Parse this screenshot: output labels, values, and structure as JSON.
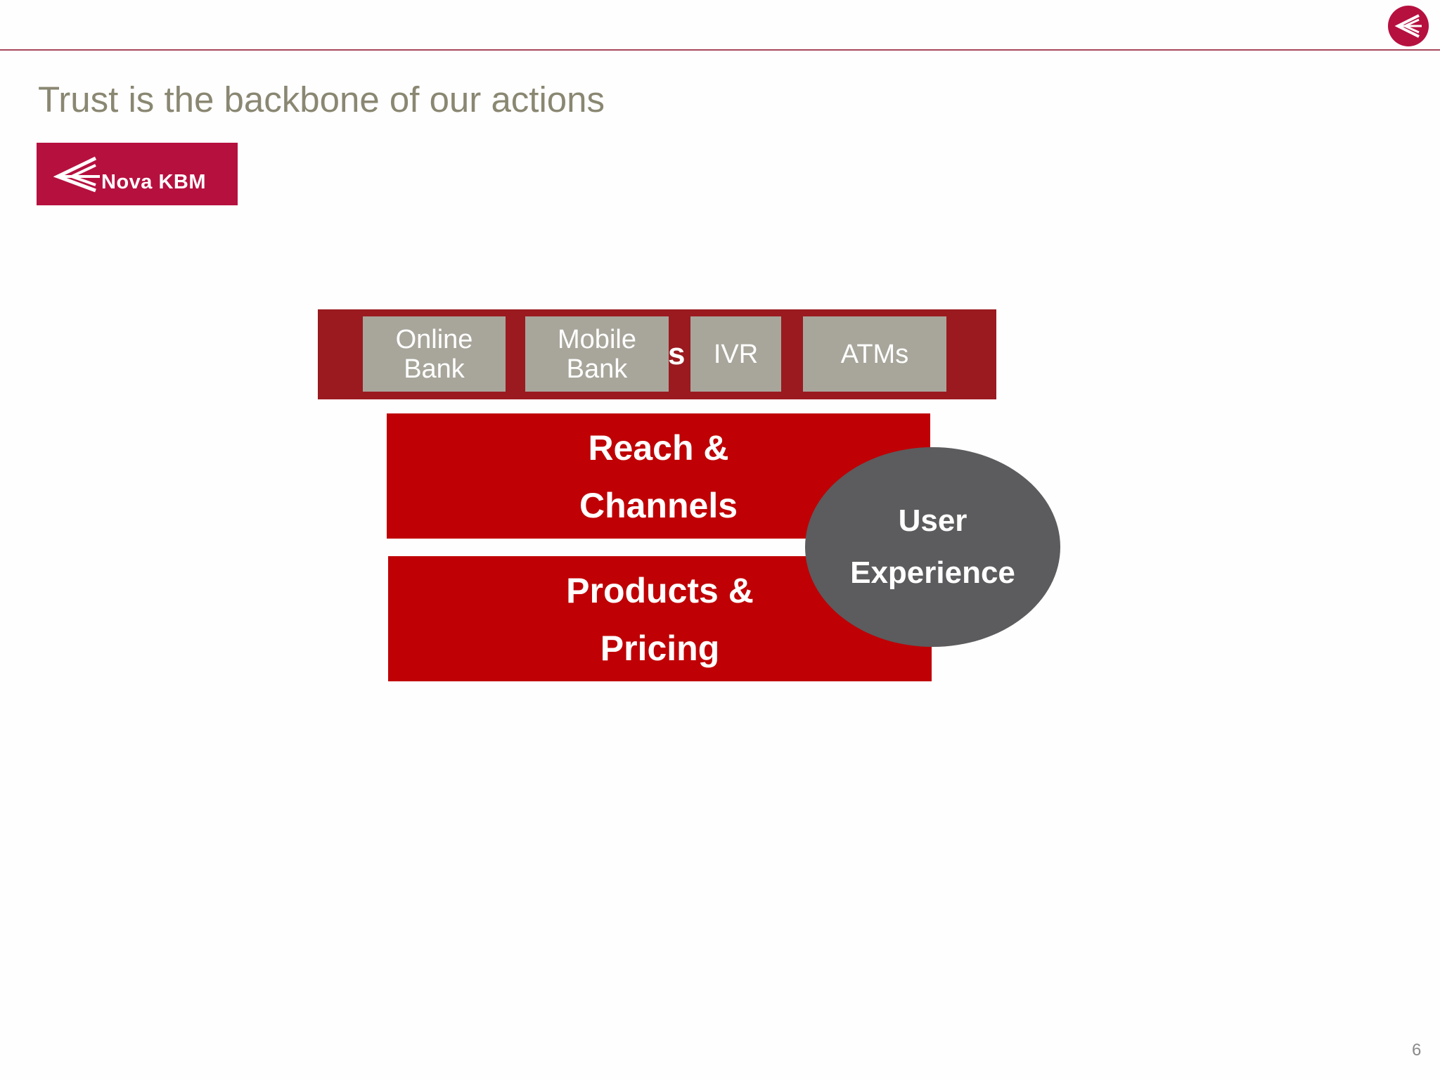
{
  "slide": {
    "title": "Trust is the backbone of our actions",
    "page_number": "6"
  },
  "brand": {
    "name": "Nova KBM",
    "color": "#b6103f"
  },
  "diagram": {
    "channels_bar_letter": "s",
    "channels": [
      {
        "label": "Online\nBank"
      },
      {
        "label": "Mobile\nBank"
      },
      {
        "label": "IVR"
      },
      {
        "label": "ATMs"
      }
    ],
    "reach": {
      "line1": "Reach &",
      "line2": "Channels"
    },
    "products": {
      "line1": "Products &",
      "line2": "Pricing"
    },
    "user_experience": {
      "line1": "User",
      "line2": "Experience"
    },
    "colors": {
      "bar": "#9a1a1f",
      "tile": "#a8a69b",
      "block": "#bf0005",
      "ellipse": "#5c5b5d"
    }
  }
}
